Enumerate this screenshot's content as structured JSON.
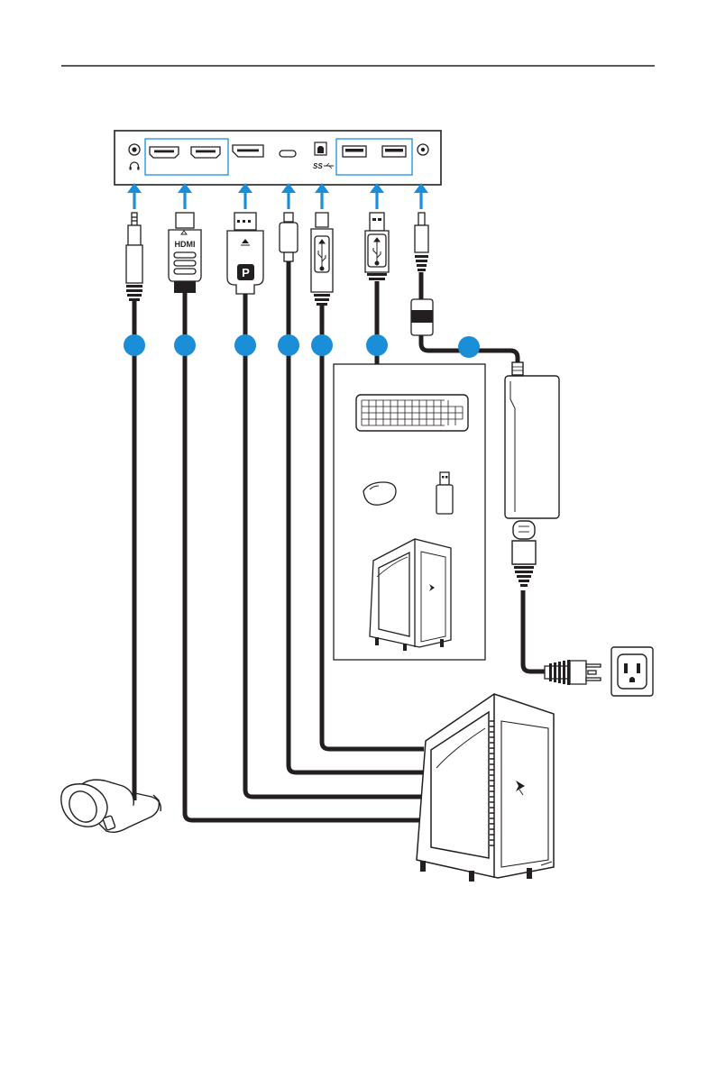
{
  "labels": {
    "hdmi_logo": "HDMI",
    "usb_superspeed_mark": "SS",
    "displayport_logo": "P"
  },
  "colors": {
    "accent": "#1a8fd8",
    "cable": "#231f20",
    "outline": "#231f20",
    "device_fill": "#ffffff"
  },
  "icons": {
    "headphone_port": "headphone-icon",
    "usb_logo": "usb-trident-icon"
  }
}
